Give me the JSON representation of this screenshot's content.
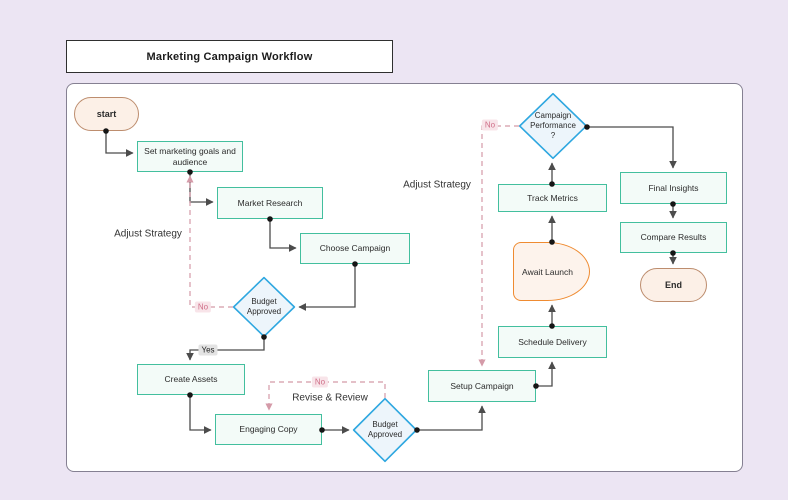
{
  "page": {
    "title": "Marketing Campaign Workflow"
  },
  "diagram": {
    "type": "flowchart",
    "nodes": {
      "start": {
        "label": "start",
        "shape": "terminator"
      },
      "set_goals": {
        "label": "Set marketing goals and audience",
        "shape": "process"
      },
      "market_research": {
        "label": "Market Research",
        "shape": "process"
      },
      "choose_campaign": {
        "label": "Choose Campaign",
        "shape": "process"
      },
      "budget_approved_1": {
        "label": "Budget Approved",
        "shape": "decision"
      },
      "create_assets": {
        "label": "Create Assets",
        "shape": "process"
      },
      "engaging_copy": {
        "label": "Engaging Copy",
        "shape": "process"
      },
      "budget_approved_2": {
        "label": "Budget Approved",
        "shape": "decision"
      },
      "setup_campaign": {
        "label": "Setup Campaign",
        "shape": "process"
      },
      "schedule_delivery": {
        "label": "Schedule Delivery",
        "shape": "process"
      },
      "await_launch": {
        "label": "Await Launch",
        "shape": "delay"
      },
      "track_metrics": {
        "label": "Track Metrics",
        "shape": "process"
      },
      "campaign_performance": {
        "label": "Campaign Performance ?",
        "shape": "decision"
      },
      "final_insights": {
        "label": "Final Insights",
        "shape": "process"
      },
      "compare_results": {
        "label": "Compare Results",
        "shape": "process"
      },
      "end": {
        "label": "End",
        "shape": "terminator"
      }
    },
    "edge_labels": {
      "yes_1": "Yes",
      "no_1": "No",
      "no_2": "No",
      "no_3": "No",
      "adjust_strategy_left": "Adjust Strategy",
      "adjust_strategy_right": "Adjust Strategy",
      "revise_review": "Revise & Review"
    },
    "flows": [
      "start -> Set marketing goals and audience",
      "Set marketing goals and audience -> Market Research",
      "Market Research -> Choose Campaign",
      "Choose Campaign -> Budget Approved",
      "Budget Approved -Yes-> Create Assets",
      "Budget Approved -No(dashed)-> Set marketing goals and audience",
      "Create Assets -> Engaging Copy",
      "Engaging Copy -> Budget Approved (2)",
      "Budget Approved (2) -> Setup Campaign",
      "Budget Approved (2) -No(dashed)-> Engaging Copy",
      "Setup Campaign -> Schedule Delivery",
      "Schedule Delivery -> Await Launch",
      "Await Launch -> Track Metrics",
      "Track Metrics -> Campaign Performance ?",
      "Campaign Performance ? -> Final Insights",
      "Campaign Performance ? -No(dashed)-> Setup Campaign",
      "Final Insights -> Compare Results",
      "Compare Results -> End"
    ]
  },
  "theme": {
    "canvas_bg": "#ece5f3",
    "panel_bg": "#ffffff",
    "panel_border": "#858092",
    "process_border": "#43bf9e",
    "process_fill": "#f3fbf8",
    "decision_border": "#2ea7e0",
    "decision_fill": "#edf5fb",
    "terminator_border": "#bd8d6e",
    "terminator_fill": "#fcf0e7",
    "delay_border": "#ef8b31",
    "delay_fill": "#fdf3ec",
    "edge_color": "#4c4c4c",
    "dashed_edge_color": "#d49aa8",
    "no_badge_bg": "#f8e4e9",
    "no_badge_text": "#cf6e88",
    "yes_badge_bg": "#e3e3e3",
    "yes_badge_text": "#222222",
    "text_color": "#2b2b2b"
  }
}
